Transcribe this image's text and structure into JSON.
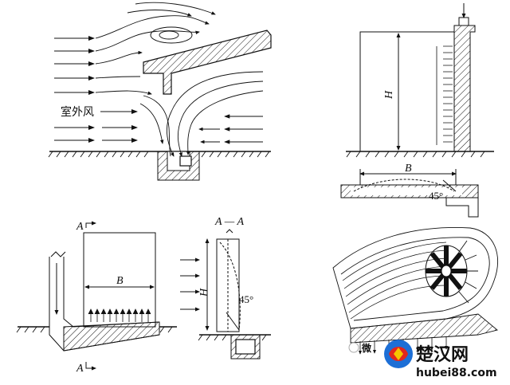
{
  "figure1": {
    "wind_label": "室外风"
  },
  "figure2": {
    "height_label": "H",
    "width_label": "B",
    "angle_label": "45°"
  },
  "figure3": {
    "section_mark": "A",
    "width_label": "B"
  },
  "figure4": {
    "section_title": "A — A",
    "height_label": "H",
    "angle_label": "45°"
  },
  "watermark": {
    "brand": "楚汉网",
    "url": "hubei88.com",
    "wechat": "微"
  },
  "colors": {
    "line": "#111111",
    "brand_blue": "#1d6fd6",
    "brand_red": "#e2261d"
  }
}
